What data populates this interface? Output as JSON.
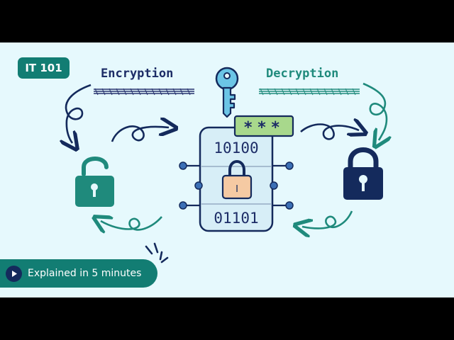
{
  "badge": {
    "label": "IT 101"
  },
  "titles": {
    "encryption": "Encryption",
    "decryption": "Decryption"
  },
  "chip": {
    "password": "***",
    "top_bits": "10100",
    "bottom_bits": "01101",
    "lock_mark": "I"
  },
  "cta": {
    "label": "Explained in 5 minutes"
  },
  "colors": {
    "teal": "#127d73",
    "navy": "#142a5c",
    "light_bg": "#e6f9fd",
    "chip_bg": "#d7eef7",
    "password_bg": "#a8d88c",
    "lock_orange": "#f5caa3",
    "key_blue": "#6bc5e6"
  },
  "icons": [
    "key-icon",
    "unlocked-padlock-icon",
    "locked-padlock-icon",
    "chip-padlock-icon",
    "play-icon",
    "sparkle-icon"
  ]
}
